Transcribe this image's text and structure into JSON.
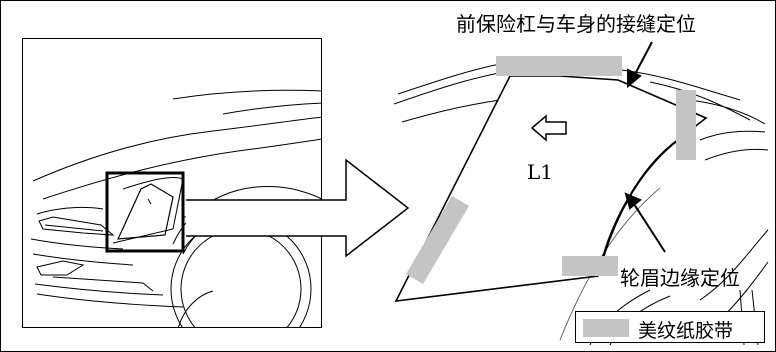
{
  "labels": {
    "seam_position": "前保险杠与车身的接缝定位",
    "wheel_arch_position": "轮眉边缘定位",
    "panel_id": "L1"
  },
  "legend": {
    "label": "美纹纸胶带",
    "swatch_color": "#c4c4c4"
  },
  "colors": {
    "line": "#000000",
    "tape": "#c4c4c4",
    "background": "#ffffff"
  },
  "icons": [
    "left-arrow-icon",
    "large-right-arrow-icon",
    "callout-arrow-icon"
  ]
}
